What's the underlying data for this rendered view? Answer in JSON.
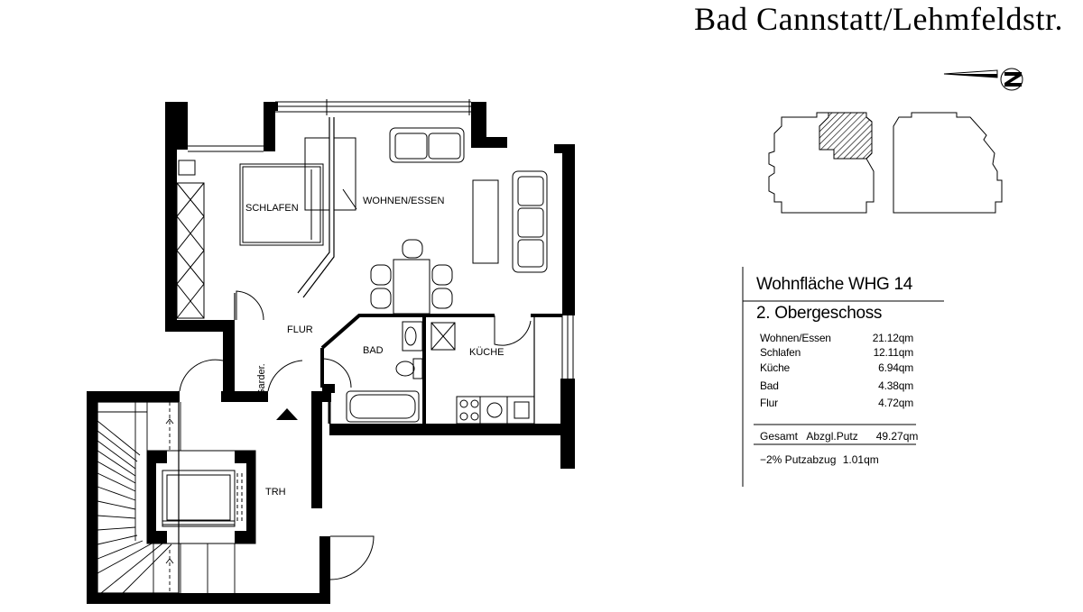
{
  "header": {
    "title": "Bad Cannstatt/Lehmfeldstr."
  },
  "rooms": {
    "schlafen": "SCHLAFEN",
    "wohnen": "WOHNEN/ESSEN",
    "flur": "FLUR",
    "bad": "BAD",
    "kueche": "KÜCHE",
    "trh": "TRH",
    "garderobe": "Garder."
  },
  "compass": {
    "letter": "N"
  },
  "legend": {
    "title": "Wohnfläche WHG 14",
    "floor": "2. Obergeschoss",
    "rows": [
      {
        "name": "Wohnen/Essen",
        "value": "21.12qm"
      },
      {
        "name": "Schlafen",
        "value": "12.11qm"
      },
      {
        "name": "Küche",
        "value": "6.94qm"
      },
      {
        "name": "Bad",
        "value": "4.38qm"
      },
      {
        "name": "Flur",
        "value": "4.72qm"
      }
    ],
    "total_label": "Gesamt",
    "total_sub": "Abzgl.Putz",
    "total_value": "49.27qm",
    "deduct_label": "−2% Putzabzug",
    "deduct_value": "1.01qm"
  }
}
